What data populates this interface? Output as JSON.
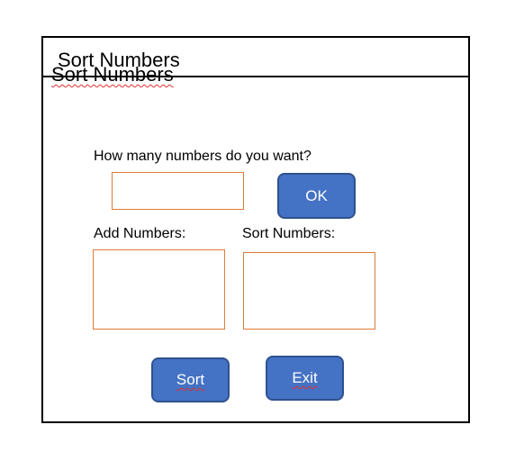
{
  "window": {
    "title": "Sort Numbers"
  },
  "form": {
    "heading": "Sort Numbers",
    "count_prompt": "How many numbers do you want?",
    "count_value": "",
    "ok_label": "OK",
    "add_numbers_label": "Add Numbers:",
    "add_numbers_value": "",
    "sort_numbers_label": "Sort Numbers:",
    "sort_numbers_value": "",
    "sort_label": "Sort",
    "exit_label": "Exit"
  },
  "colors": {
    "button_fill": "#4472c4",
    "button_border": "#2f528f",
    "field_border": "#e07b39",
    "spellcheck_underline": "#e03030"
  }
}
